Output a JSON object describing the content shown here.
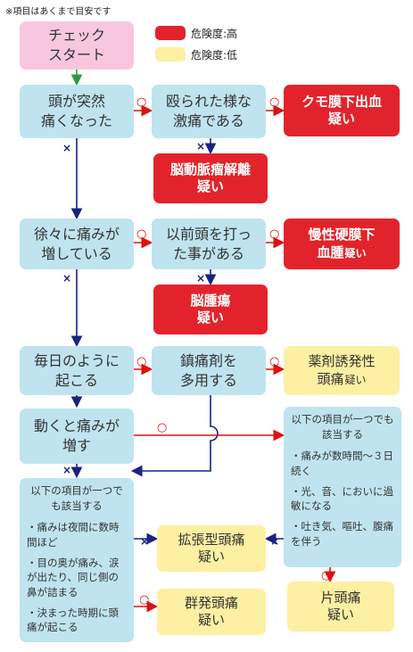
{
  "note": "※項目はあくまで目安です",
  "legend": {
    "high": {
      "label": "危険度:高",
      "color": "#e3232b"
    },
    "low": {
      "label": "危険度:低",
      "color": "#fdf0a2"
    }
  },
  "start": {
    "line1": "チェック",
    "line2": "スタート"
  },
  "q1": {
    "line1": "頭が突然",
    "line2": "痛くなった"
  },
  "q1b": {
    "line1": "殴られた様な",
    "line2": "激痛である"
  },
  "r1": {
    "line1": "クモ膜下出血",
    "line2": "疑い"
  },
  "r2": {
    "line1": "脳動脈瘤解離",
    "line2": "疑い"
  },
  "q2": {
    "line1": "徐々に痛みが",
    "line2": "増している"
  },
  "q2b": {
    "line1": "以前頭を打っ",
    "line2": "た事がある"
  },
  "r3": {
    "line1": "慢性硬膜下",
    "line2a": "血腫",
    "line2b": "疑い"
  },
  "r4": {
    "line1": "脳腫瘍",
    "line2": "疑い"
  },
  "q3": {
    "line1": "毎日のように",
    "line2": "起こる"
  },
  "q3b": {
    "line1": "鎮痛剤を",
    "line2": "多用する"
  },
  "r5": {
    "line1": "薬剤誘発性",
    "line2a": "頭痛",
    "line2b": "疑い"
  },
  "q4": {
    "line1": "動くと痛みが",
    "line2": "増す"
  },
  "rightList": {
    "header": "以下の項目が一つでも該当する",
    "items": [
      "・痛みが数時間〜３日続く",
      "・光、音、においに過敏になる",
      "・吐き気、嘔吐、腹痛を伴う"
    ]
  },
  "leftList": {
    "header": "以下の項目が一つでも該当する",
    "items": [
      "・痛みは夜間に数時間ほど",
      "・目の奥が痛み、涙が出たり、同じ側の鼻が詰まる",
      "・決まった時期に頭痛が起こる"
    ]
  },
  "r6": {
    "line1": "拡張型頭痛",
    "line2": "疑い"
  },
  "r7": {
    "line1": "群発頭痛",
    "line2": "疑い"
  },
  "r8": {
    "line1": "片頭痛",
    "line2": "疑い"
  },
  "marks": {
    "yes": "○",
    "no": "×"
  }
}
